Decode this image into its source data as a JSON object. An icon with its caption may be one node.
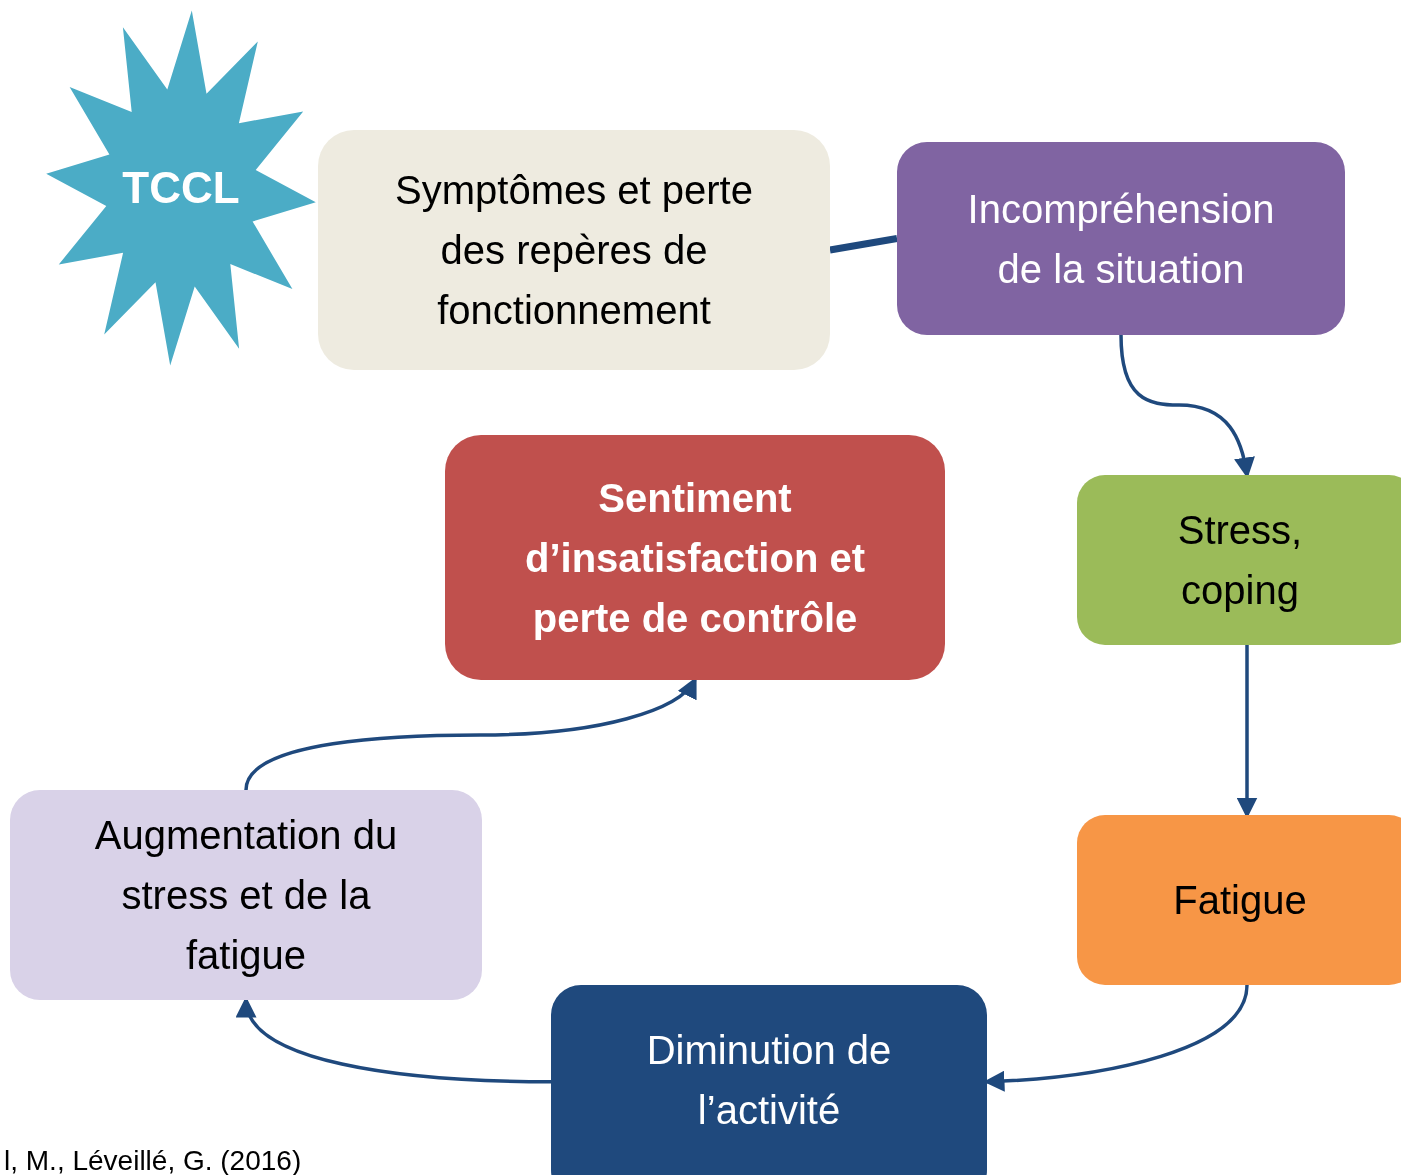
{
  "diagram": {
    "nodes": [
      {
        "text": [
          "TCCL"
        ]
      },
      {
        "text": [
          "Symptômes et perte des repères de fonctionnement"
        ]
      },
      {
        "text": [
          "Incompréhension de la situation"
        ]
      },
      {
        "text": [
          "Stress, coping"
        ]
      },
      {
        "text": [
          "Fatigue"
        ]
      },
      {
        "text": [
          "Diminution de l’activité"
        ]
      },
      {
        "text": [
          "Augmentation du stress et de la fatigue"
        ]
      },
      {
        "text": [
          "Sentiment d’insatisfaction et perte de contrôle"
        ]
      }
    ],
    "edges": [
      {
        "from": 1,
        "to": 2,
        "arrow": "none",
        "style": "thick"
      },
      {
        "from": 2,
        "to": 3,
        "arrow": "to"
      },
      {
        "from": 3,
        "to": 4,
        "arrow": "to"
      },
      {
        "from": 4,
        "to": 5,
        "arrow": "to"
      },
      {
        "from": 5,
        "to": 6,
        "arrow": "to"
      },
      {
        "from": 6,
        "to": 7,
        "arrow": "to"
      }
    ],
    "labels": [
      "l, M., Léveillé, G. (2016)"
    ]
  }
}
